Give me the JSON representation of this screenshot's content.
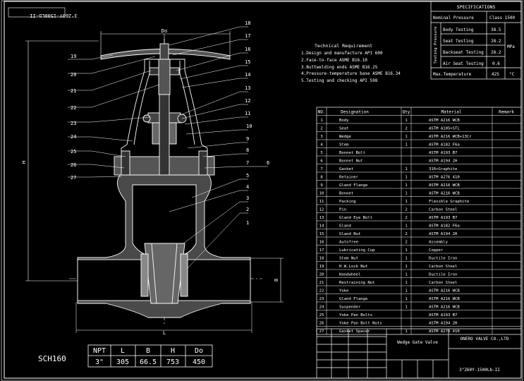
{
  "drawing": {
    "title_rotated": "3\"Z60Y-1500Lb-II",
    "subtitle_rotated": "Wedge Gate Valve",
    "schedule": "SCH160",
    "dims": {
      "Do": "Do",
      "H": "H",
      "L": "L",
      "B": "B"
    }
  },
  "callouts": [
    "1",
    "2",
    "3",
    "4",
    "5",
    "6",
    "7",
    "8",
    "9",
    "10",
    "11",
    "12",
    "13",
    "14",
    "15",
    "16",
    "17",
    "18",
    "19",
    "20",
    "21",
    "22",
    "23",
    "24",
    "25",
    "26",
    "27"
  ],
  "requirements": {
    "heading": "Technical Requirement",
    "lines": [
      "1.Design and manufacture API 600",
      "2.Face-to-face ASME B16.10",
      "3.Buttwelding ends ASME B16.25",
      "4.Pressure-temperature base ASME B16.34",
      "5.Testing and checking API 598"
    ]
  },
  "specs": {
    "heading": "SPECIFICATIONS",
    "nominal_label": "Nominal Pressure",
    "nominal_value": "Class 1500",
    "testing_label": "Testing Pressure",
    "unit": "MPa",
    "rows": [
      {
        "label": "Body Testing",
        "value": "38.5"
      },
      {
        "label": "Seat Testing",
        "value": "28.2"
      },
      {
        "label": "Backseat Testing",
        "value": "28.2"
      },
      {
        "label": "Air Seat Testing",
        "value": "0.6"
      }
    ],
    "temp_label": "Max.Temperature",
    "temp_value": "425",
    "temp_unit": "°C"
  },
  "parts": {
    "headers": [
      "NO.",
      "Designation",
      "Qty",
      "Material",
      "Remark"
    ],
    "rows": [
      [
        "1",
        "Body",
        "1",
        "ASTM A216 WCB",
        ""
      ],
      [
        "2",
        "Seat",
        "2",
        "ASTM A105+STL",
        ""
      ],
      [
        "3",
        "Wedge",
        "1",
        "ASTM A216 WCB+13Cr",
        ""
      ],
      [
        "4",
        "Stem",
        "1",
        "ASTM A182 F6a",
        ""
      ],
      [
        "5",
        "Bonnet Bolt",
        "",
        "ASTM A193 B7",
        ""
      ],
      [
        "6",
        "Bonnet Nut",
        "",
        "ASTM A194 2H",
        ""
      ],
      [
        "7",
        "Gasket",
        "1",
        "316+Graphite",
        ""
      ],
      [
        "8",
        "Retainer",
        "1",
        "ASTM A276 410",
        ""
      ],
      [
        "9",
        "Gland Flange",
        "1",
        "ASTM A216 WCB",
        ""
      ],
      [
        "10",
        "Bonnet",
        "1",
        "ASTM A216 WCB",
        ""
      ],
      [
        "11",
        "Packing",
        "1",
        "Flexible Graphite",
        ""
      ],
      [
        "12",
        "Pin",
        "2",
        "Carbon Steel",
        ""
      ],
      [
        "13",
        "Gland Eye Bolt",
        "2",
        "ASTM A193 B7",
        ""
      ],
      [
        "14",
        "Gland",
        "1",
        "ASTM A182 F6a",
        ""
      ],
      [
        "15",
        "Gland Nut",
        "2",
        "ASTM A194 2H",
        ""
      ],
      [
        "16",
        "Autofree",
        "2",
        "Assembly",
        ""
      ],
      [
        "17",
        "Lubricating Cup",
        "1",
        "Copper",
        ""
      ],
      [
        "18",
        "Stem Nut",
        "1",
        "Ductile Iron",
        ""
      ],
      [
        "19",
        "H.W.Lock Nut",
        "1",
        "Carbon Steel",
        ""
      ],
      [
        "20",
        "Handwheel",
        "1",
        "Ductile Iron",
        ""
      ],
      [
        "21",
        "Restraining Nut",
        "1",
        "Carbon Steel",
        ""
      ],
      [
        "22",
        "Yoke",
        "1",
        "ASTM A216 WCB",
        ""
      ],
      [
        "23",
        "Gland Flange",
        "1",
        "ASTM A216 WCB",
        ""
      ],
      [
        "24",
        "Suspender",
        "1",
        "ASTM A216 WCB",
        ""
      ],
      [
        "25",
        "Yoke Pan Bolts",
        "",
        "ASTM A193 B7",
        ""
      ],
      [
        "26",
        "Yoke Pan Bolt Nuts",
        "",
        "ASTM A194 2H",
        ""
      ],
      [
        "27",
        "Gasket Spacer",
        "1",
        "ASTM A276 410",
        ""
      ]
    ]
  },
  "title_block": {
    "name": "Wedge Gate Valve",
    "company": "ONERO VALVE CO.,LTD",
    "drawing_no": "3\"Z60Y-1500Lb-II"
  },
  "dim_table": {
    "headers": [
      "NPT",
      "L",
      "B",
      "H",
      "Do"
    ],
    "values": [
      "3\"",
      "305",
      "66.5",
      "753",
      "450"
    ]
  }
}
